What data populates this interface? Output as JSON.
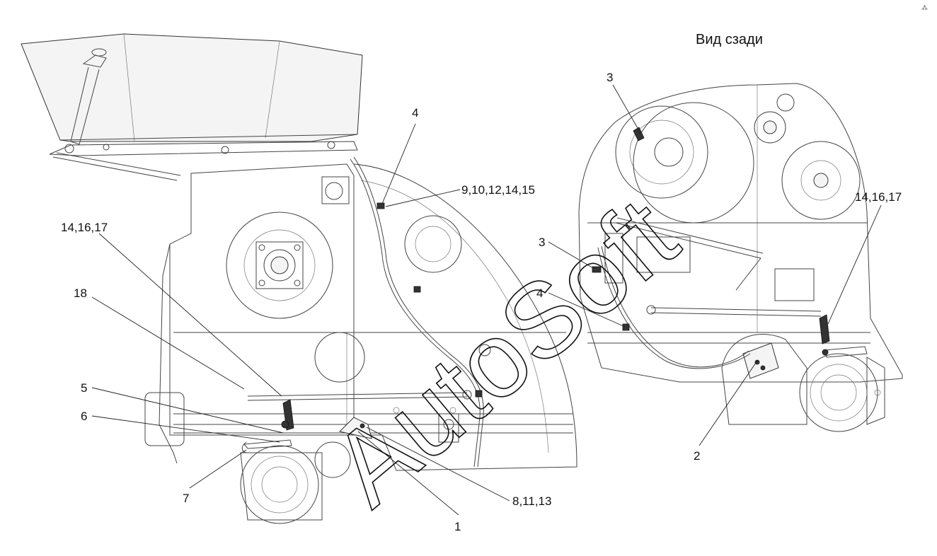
{
  "view_title": "Вид сзади",
  "watermark": "AutoSoft",
  "corner_mark": "⁂",
  "callouts": {
    "left": {
      "c4": "4",
      "c9_10_12_14_15": "9,10,12,14,15",
      "c14_16_17": "14,16,17",
      "c18": "18",
      "c5": "5",
      "c6": "6",
      "c7": "7",
      "c1": "1",
      "c8_11_13": "8,11,13"
    },
    "right": {
      "c3_top": "3",
      "c3_mid": "3",
      "c4": "4",
      "c14_16_17": "14,16,17",
      "c2": "2"
    }
  }
}
